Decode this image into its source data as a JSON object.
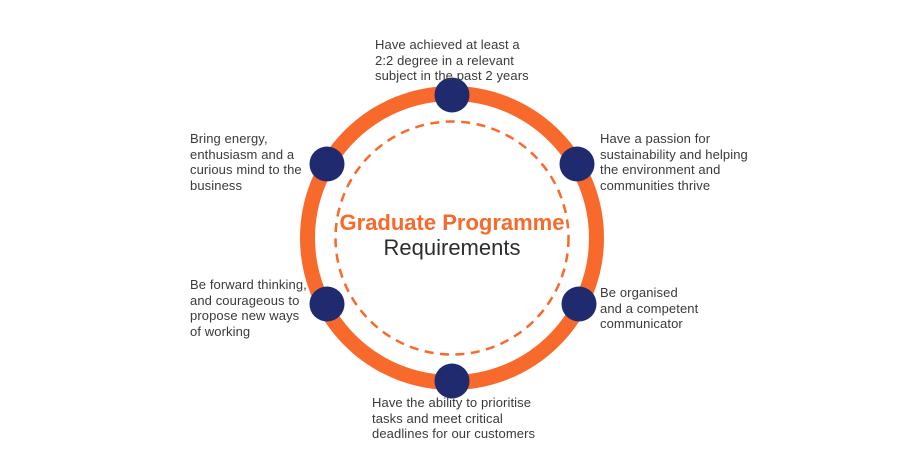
{
  "diagram": {
    "title": {
      "line1": "Graduate Programme",
      "line2": "Requirements"
    },
    "colors": {
      "ring_orange": "#f8692c",
      "node_navy": "#202b6f",
      "label_text": "#3a3a3a",
      "title_dark": "#2d2d2d",
      "background": "#ffffff"
    },
    "nodes": [
      {
        "position": "top",
        "label": "Have achieved at least a\n2:2 degree in a relevant\nsubject in the past 2 years"
      },
      {
        "position": "upper-right",
        "label": "Have a passion for\nsustainability and helping\nthe environment and\ncommunities thrive"
      },
      {
        "position": "lower-right",
        "label": "Be organised\nand a competent\ncommunicator"
      },
      {
        "position": "bottom",
        "label": "Have the ability to prioritise\ntasks and meet critical\ndeadlines for our customers"
      },
      {
        "position": "lower-left",
        "label": "Be forward thinking,\nand courageous to\npropose new ways\nof working"
      },
      {
        "position": "upper-left",
        "label": "Bring energy,\nenthusiasm and a\ncurious mind to the\nbusiness"
      }
    ]
  }
}
